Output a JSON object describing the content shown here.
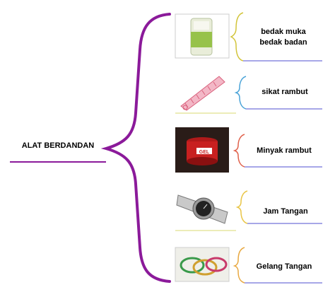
{
  "diagram": {
    "root": {
      "label": "ALAT BERDANDAN"
    },
    "items": [
      {
        "label": "bedak muka\nbedak badan",
        "icon": "powder-jar-icon"
      },
      {
        "label": "sikat rambut",
        "icon": "comb-icon"
      },
      {
        "label": "Minyak rambut",
        "icon": "hair-gel-jar-icon"
      },
      {
        "label": "Jam Tangan",
        "icon": "wristwatch-icon"
      },
      {
        "label": "Gelang Tangan",
        "icon": "bangles-icon"
      }
    ],
    "colors": {
      "big_brace": "#8b1a9a",
      "root_underline": "#8b1a9a",
      "small_braces": [
        "#d2c43a",
        "#4aa3d8",
        "#e0604a",
        "#e9c545",
        "#e8a840"
      ],
      "underlines": [
        "#8a8ae0",
        "#8a8ae0",
        "#8a8ae0",
        "#8a8ae0",
        "#8a8ae0"
      ],
      "image_underline": "#e6e6a0"
    }
  }
}
